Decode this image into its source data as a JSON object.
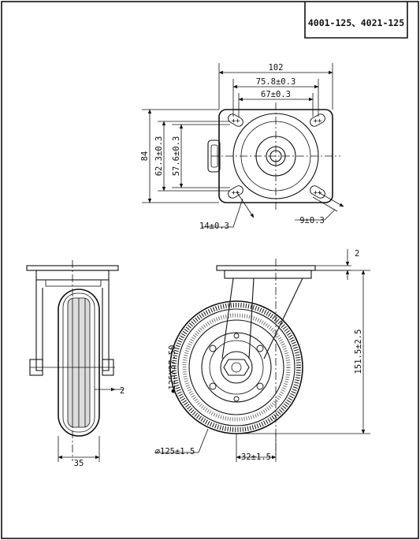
{
  "title_block": {
    "model_numbers": "4001-125、4021-125"
  },
  "top_view": {
    "plate_width": "102",
    "bolt_spacing_outer_x": "75.8±0.3",
    "bolt_spacing_inner_x": "67±0.3",
    "plate_height": "84",
    "bolt_spacing_outer_y": "62.3±0.3",
    "bolt_spacing_inner_y": "57.6±0.3",
    "slot_length": "14±0.3",
    "slot_width": "9±0.3"
  },
  "side_view": {
    "wheel_width": "35",
    "offset_small": "2"
  },
  "front_view": {
    "plate_thickness": "2",
    "overall_height": "151.5±2.5",
    "wheel_diameter": "⌀125±1.5",
    "swivel_offset": "32±1.5",
    "tire_marking": "125X37.50"
  },
  "colors": {
    "line": "#111111",
    "tread_fill": "#dcdcdc",
    "background": "#ffffff"
  }
}
